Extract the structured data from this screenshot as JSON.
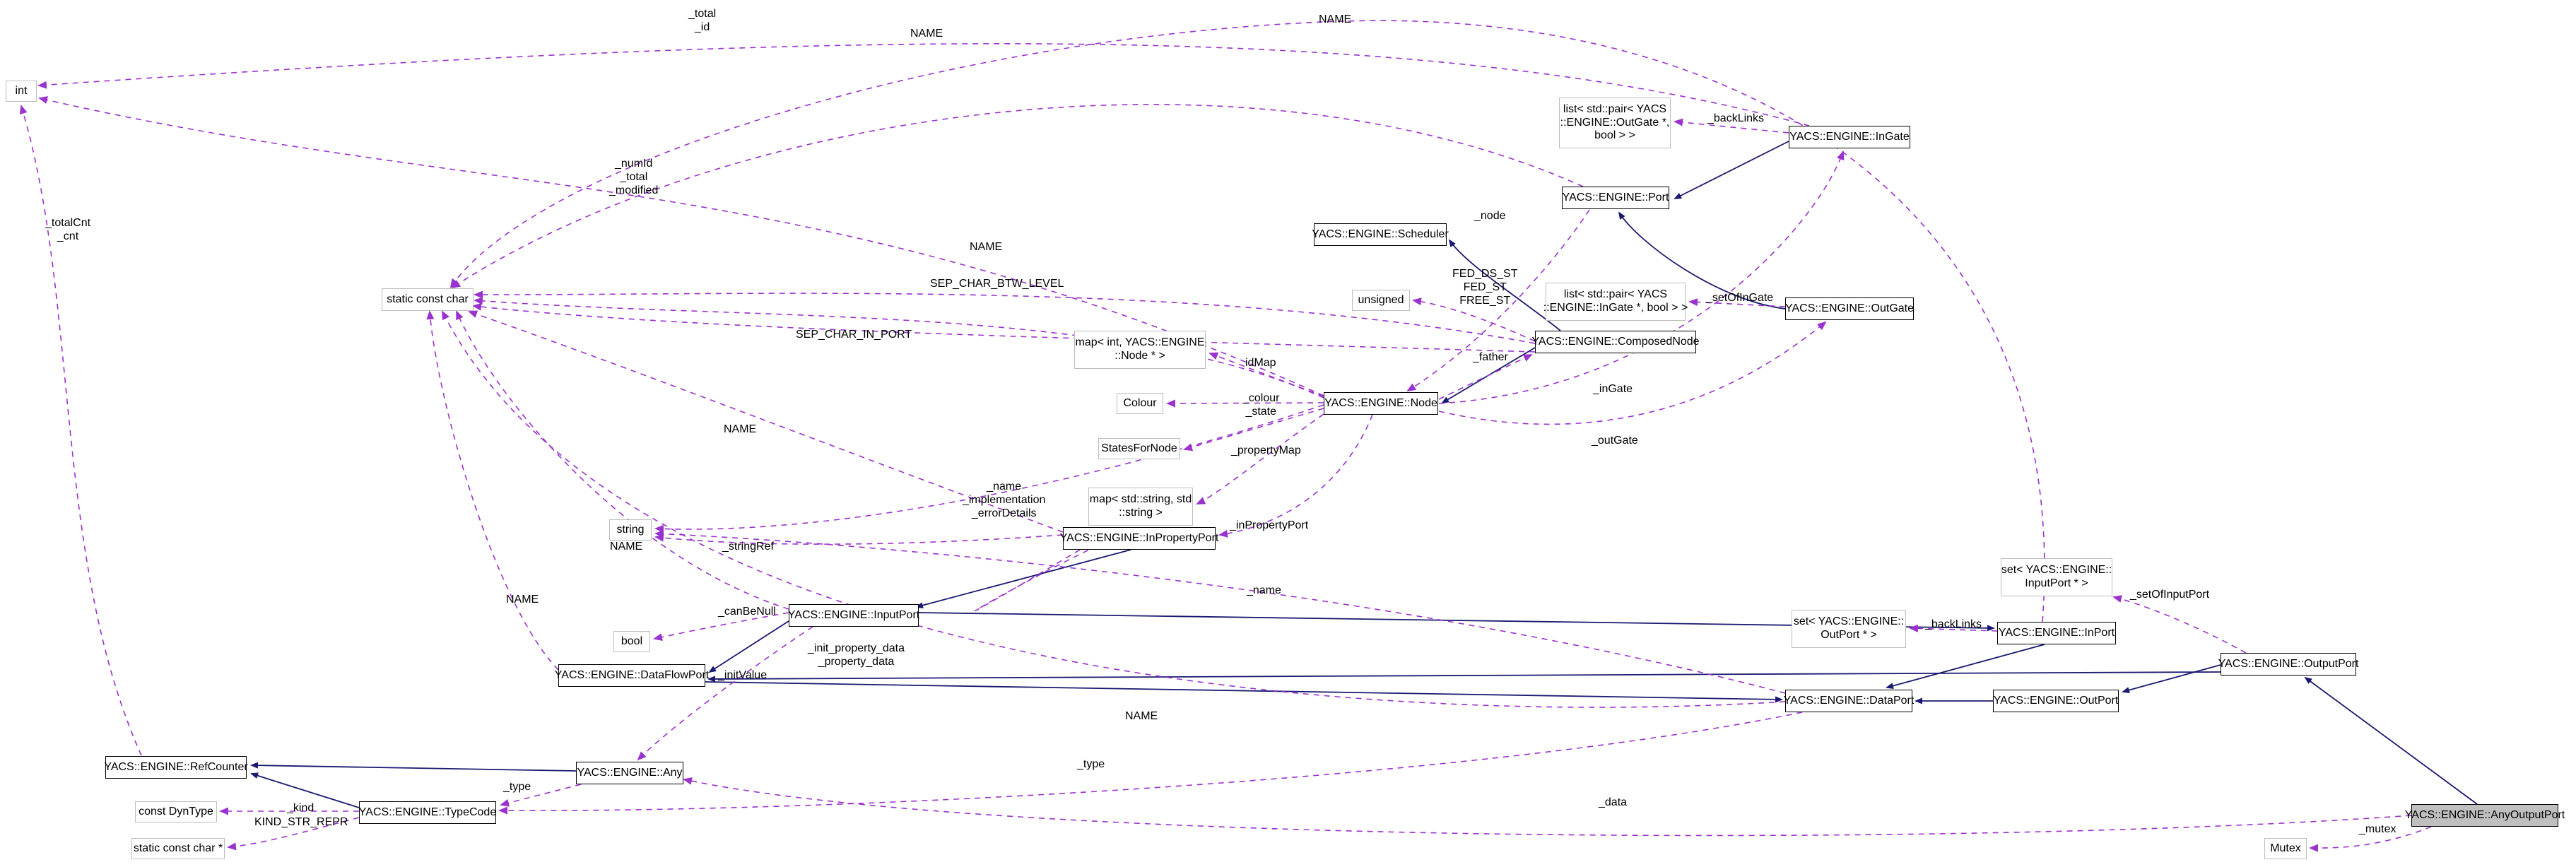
{
  "diagram": {
    "type": "doxygen-collaboration-graph",
    "selected_class": "YACS::ENGINE::AnyOutputPort",
    "colors": {
      "background": "#ffffff",
      "inheritance_edge": "#191970",
      "usage_edge": "#9a32cd",
      "class_border": "#000000",
      "ref_border": "#bdbdbd",
      "selected_fill": "#bfbfbf"
    },
    "nodes": [
      {
        "id": "int",
        "kind": "ref",
        "lines": [
          "int"
        ]
      },
      {
        "id": "static-const-char",
        "kind": "ref",
        "lines": [
          "static const char"
        ]
      },
      {
        "id": "scheduler",
        "kind": "class",
        "lines": [
          "YACS::ENGINE::Scheduler"
        ]
      },
      {
        "id": "port",
        "kind": "class",
        "lines": [
          "YACS::ENGINE::Port"
        ]
      },
      {
        "id": "outgate-pair-list",
        "kind": "ref",
        "lines": [
          "list< std::pair< YACS",
          "::ENGINE::OutGate *,",
          "bool > >"
        ]
      },
      {
        "id": "ingate",
        "kind": "class",
        "lines": [
          "YACS::ENGINE::InGate"
        ]
      },
      {
        "id": "unsigned",
        "kind": "ref",
        "lines": [
          "unsigned"
        ]
      },
      {
        "id": "ingate-pair-list",
        "kind": "ref",
        "lines": [
          "list< std::pair< YACS",
          "::ENGINE::InGate *, bool > >"
        ]
      },
      {
        "id": "outgate",
        "kind": "class",
        "lines": [
          "YACS::ENGINE::OutGate"
        ]
      },
      {
        "id": "composed-node",
        "kind": "class",
        "lines": [
          "YACS::ENGINE::ComposedNode"
        ]
      },
      {
        "id": "node-id-map",
        "kind": "ref",
        "lines": [
          "map< int, YACS::ENGINE",
          "::Node * >"
        ]
      },
      {
        "id": "colour",
        "kind": "ref",
        "lines": [
          "Colour"
        ]
      },
      {
        "id": "states-for-node",
        "kind": "ref",
        "lines": [
          "StatesForNode"
        ]
      },
      {
        "id": "string-map",
        "kind": "ref",
        "lines": [
          "map< std::string, std",
          "::string >"
        ]
      },
      {
        "id": "node",
        "kind": "class",
        "lines": [
          "YACS::ENGINE::Node"
        ]
      },
      {
        "id": "string",
        "kind": "ref",
        "lines": [
          "string"
        ]
      },
      {
        "id": "in-property-port",
        "kind": "class",
        "lines": [
          "YACS::ENGINE::InPropertyPort"
        ]
      },
      {
        "id": "input-port-set",
        "kind": "ref",
        "lines": [
          "set< YACS::ENGINE::",
          "InputPort * >"
        ]
      },
      {
        "id": "out-port-set",
        "kind": "ref",
        "lines": [
          "set< YACS::ENGINE::",
          "OutPort * >"
        ]
      },
      {
        "id": "in-port",
        "kind": "class",
        "lines": [
          "YACS::ENGINE::InPort"
        ]
      },
      {
        "id": "input-port",
        "kind": "class",
        "lines": [
          "YACS::ENGINE::InputPort"
        ]
      },
      {
        "id": "bool",
        "kind": "ref",
        "lines": [
          "bool"
        ]
      },
      {
        "id": "data-flow-port",
        "kind": "class",
        "lines": [
          "YACS::ENGINE::DataFlowPort"
        ]
      },
      {
        "id": "data-port",
        "kind": "class",
        "lines": [
          "YACS::ENGINE::DataPort"
        ]
      },
      {
        "id": "out-port",
        "kind": "class",
        "lines": [
          "YACS::ENGINE::OutPort"
        ]
      },
      {
        "id": "output-port",
        "kind": "class",
        "lines": [
          "YACS::ENGINE::OutputPort"
        ]
      },
      {
        "id": "ref-counter",
        "kind": "class",
        "lines": [
          "YACS::ENGINE::RefCounter"
        ]
      },
      {
        "id": "dyn-type",
        "kind": "ref",
        "lines": [
          "const DynType"
        ]
      },
      {
        "id": "type-code",
        "kind": "class",
        "lines": [
          "YACS::ENGINE::TypeCode"
        ]
      },
      {
        "id": "static-const-char-ptr",
        "kind": "ref",
        "lines": [
          "static const char *"
        ]
      },
      {
        "id": "any",
        "kind": "class",
        "lines": [
          "YACS::ENGINE::Any"
        ]
      },
      {
        "id": "any-output-port",
        "kind": "selected",
        "lines": [
          "YACS::ENGINE::AnyOutputPort"
        ]
      },
      {
        "id": "mutex",
        "kind": "ref",
        "lines": [
          "Mutex"
        ]
      }
    ],
    "edge_labels": [
      {
        "id": "total-id",
        "lines": [
          "_total",
          "_id"
        ]
      },
      {
        "id": "name-top-1",
        "lines": [
          "NAME"
        ]
      },
      {
        "id": "name-top-2",
        "lines": [
          "NAME"
        ]
      },
      {
        "id": "numid-total-modified",
        "lines": [
          "_numId",
          "_total",
          "_modified"
        ]
      },
      {
        "id": "totalcnt-cnt",
        "lines": [
          "_totalCnt",
          "_cnt"
        ]
      },
      {
        "id": "name-mid-left",
        "lines": [
          "NAME"
        ]
      },
      {
        "id": "sep-char-btw-level",
        "lines": [
          "SEP_CHAR_BTW_LEVEL"
        ]
      },
      {
        "id": "sep-char-in-port",
        "lines": [
          "SEP_CHAR_IN_PORT"
        ]
      },
      {
        "id": "backlinks-ingate",
        "lines": [
          "_backLinks"
        ]
      },
      {
        "id": "node-ptr",
        "lines": [
          "_node"
        ]
      },
      {
        "id": "fed-states",
        "lines": [
          "FED_DS_ST",
          "FED_ST",
          "FREE_ST"
        ]
      },
      {
        "id": "set-of-ingate",
        "lines": [
          "_setOfInGate"
        ]
      },
      {
        "id": "father",
        "lines": [
          "_father"
        ]
      },
      {
        "id": "idmap",
        "lines": [
          "idMap"
        ]
      },
      {
        "id": "colour-state",
        "lines": [
          "_colour",
          "_state"
        ]
      },
      {
        "id": "property-map",
        "lines": [
          "_propertyMap"
        ]
      },
      {
        "id": "ingate-member",
        "lines": [
          "_inGate"
        ]
      },
      {
        "id": "outgate-member",
        "lines": [
          "_outGate"
        ]
      },
      {
        "id": "name-4",
        "lines": [
          "NAME"
        ]
      },
      {
        "id": "name-impl-err",
        "lines": [
          "_name",
          "_implementation",
          "_errorDetails"
        ]
      },
      {
        "id": "in-property-port-member",
        "lines": [
          "_inPropertyPort"
        ]
      },
      {
        "id": "name-5",
        "lines": [
          "NAME"
        ]
      },
      {
        "id": "string-ref",
        "lines": [
          "_stringRef"
        ]
      },
      {
        "id": "set-of-input-port",
        "lines": [
          "_setOfInputPort"
        ]
      },
      {
        "id": "can-be-null",
        "lines": [
          "_canBeNull"
        ]
      },
      {
        "id": "backlinks-inport",
        "lines": [
          "_backLinks"
        ]
      },
      {
        "id": "name-dataport",
        "lines": [
          "_name"
        ]
      },
      {
        "id": "init-property-data",
        "lines": [
          "_init_property_data",
          "_property_data"
        ]
      },
      {
        "id": "init-value",
        "lines": [
          "_initValue"
        ]
      },
      {
        "id": "name-6",
        "lines": [
          "NAME"
        ]
      },
      {
        "id": "name-7",
        "lines": [
          "NAME"
        ]
      },
      {
        "id": "type-mid",
        "lines": [
          "_type"
        ]
      },
      {
        "id": "type-any",
        "lines": [
          "_type"
        ]
      },
      {
        "id": "kind",
        "lines": [
          "_kind"
        ]
      },
      {
        "id": "kind-str-repr",
        "lines": [
          "KIND_STR_REPR"
        ]
      },
      {
        "id": "data",
        "lines": [
          "_data"
        ]
      },
      {
        "id": "mutex-member",
        "lines": [
          "_mutex"
        ]
      }
    ]
  }
}
